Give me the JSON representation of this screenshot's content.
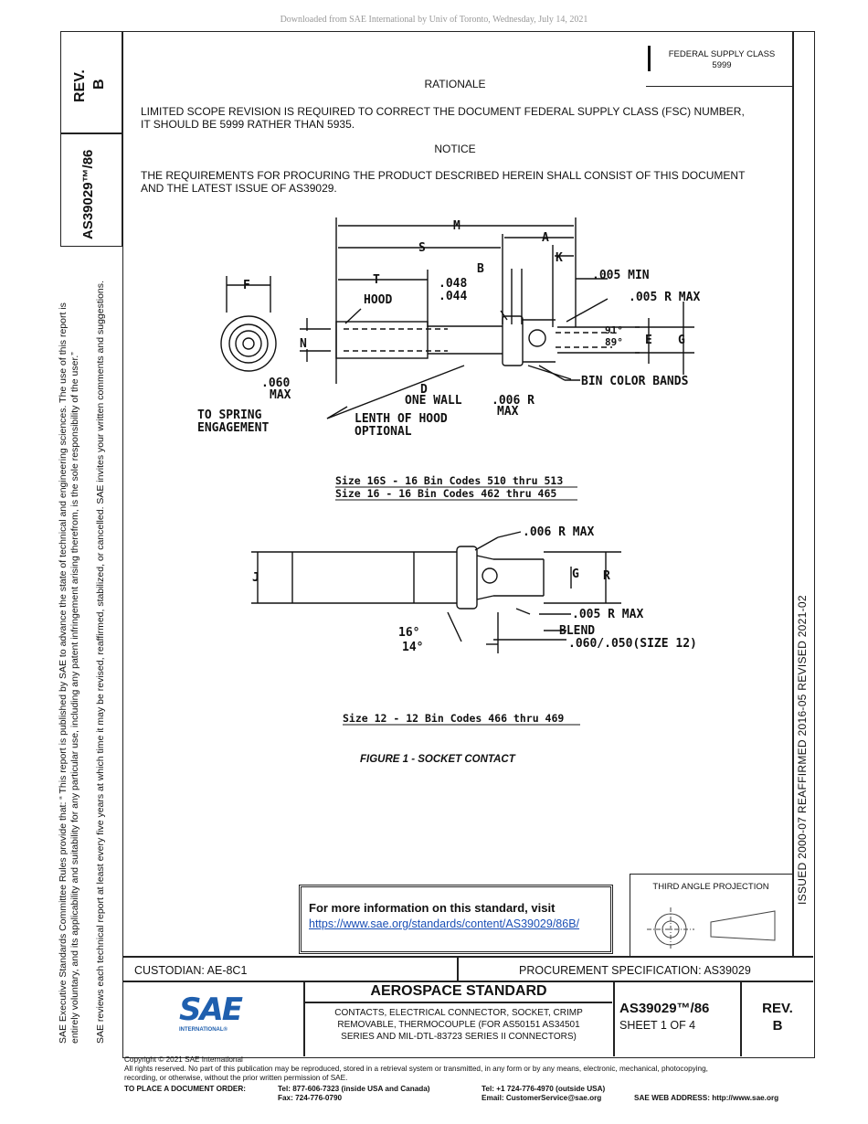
{
  "header": {
    "download_note": "Downloaded from SAE International by Univ of Toronto, Wednesday, July 14, 2021"
  },
  "left_block": {
    "rev_label": "REV.",
    "rev_value": "B",
    "doc_number": "AS39029™/86",
    "rules_line1": "SAE Executive Standards Committee Rules provide that: “  This report is published by SAE to advance the state of technical and engineering sciences. The use of this report is",
    "rules_line2": "entirely voluntary, and its applicability and suitability for any particular use, including any patent infringement arising therefrom, is the sole responsibility of the user.”",
    "rules_line3": "SAE reviews each technical report at least every five years at which time it may be revised, reaffirmed, stabilized, or cancelled. SAE invites your written comments and suggestions."
  },
  "right_strip": {
    "dates": "ISSUED 2000-07     REAFFIRMED 2016-05     REVISED 2021-02"
  },
  "fsc": {
    "label": "FEDERAL SUPPLY CLASS",
    "value": "5999"
  },
  "body": {
    "rationale_title": "RATIONALE",
    "rationale_line1": "LIMITED SCOPE REVISION IS REQUIRED TO CORRECT THE DOCUMENT FEDERAL SUPPLY CLASS (FSC) NUMBER,",
    "rationale_line2": "IT SHOULD BE 5999 RATHER THAN 5935.",
    "notice_title": "NOTICE",
    "notice_line1": "THE REQUIREMENTS FOR PROCURING THE PRODUCT DESCRIBED HEREIN SHALL CONSIST OF THIS DOCUMENT",
    "notice_line2": "AND THE LATEST ISSUE OF AS39029."
  },
  "figure": {
    "caption": "FIGURE 1 - SOCKET CONTACT",
    "dims": {
      "M": "M",
      "S": "S",
      "A": "A",
      "K": "K",
      "B": "B",
      "T": "T",
      "F": "F",
      "N": "N",
      "E": "E",
      "G": "G",
      "D": "D",
      "J": "J",
      "R": "R",
      "d048": ".048",
      "d044": ".044",
      "min005": ".005 MIN",
      "rmax005": ".005 R MAX",
      "ang91": "91°",
      "ang89": "89°",
      "hood": "HOOD",
      "max060": ".060",
      "max_word": "MAX",
      "one_wall": "ONE WALL",
      "r006": ".006 R",
      "r006_max": "MAX",
      "bin_color": "BIN COLOR BANDS",
      "to_spring": "TO SPRING",
      "engagement": "ENGAGEMENT",
      "lenth": "LENTH OF HOOD",
      "optional": "OPTIONAL",
      "r006max_top": ".006 R MAX",
      "r005max_b": ".005 R MAX",
      "blend": "BLEND",
      "ang16": "16°",
      "ang14": "14°",
      "size12": ".060/.050(SIZE 12)"
    },
    "table1_row1": "Size 16S - 16   Bin Codes 510 thru 513",
    "table1_row2": "Size 16 - 16    Bin Codes 462 thru 465",
    "table2_row1": "Size 12 - 12   Bin Codes 466 thru 469"
  },
  "info_box": {
    "title": "For more information on this standard, visit",
    "link": "https://www.sae.org/standards/content/AS39029/86B/"
  },
  "projection": {
    "label": "THIRD ANGLE PROJECTION"
  },
  "title_block": {
    "custodian": "CUSTODIAN: AE-8C1",
    "procurement": "PROCUREMENT SPECIFICATION: AS39029",
    "logo_text": "SAE",
    "logo_sub": "INTERNATIONAL®",
    "heading": "AEROSPACE STANDARD",
    "desc1": "CONTACTS, ELECTRICAL CONNECTOR, SOCKET, CRIMP",
    "desc2": "REMOVABLE, THERMOCOUPLE (FOR AS50151 AS34501",
    "desc3": "SERIES AND MIL-DTL-83723 SERIES II CONNECTORS)",
    "doc_number": "AS39029™/86",
    "sheet": "SHEET 1 OF 4",
    "rev_label": "REV.",
    "rev_value": "B"
  },
  "footer": {
    "copyright": "Copyright © 2021 SAE International",
    "rights1": "All rights reserved. No part of this publication may be reproduced, stored in a retrieval system or transmitted, in any form or by any means, electronic, mechanical, photocopying,",
    "rights2": "recording, or otherwise, without the prior written permission of SAE.",
    "order_label": "TO PLACE A DOCUMENT ORDER:",
    "tel_us": "Tel: 877-606-7323 (inside USA and Canada)",
    "fax": "Fax: 724-776-0790",
    "tel_intl": "Tel: +1 724-776-4970 (outside USA)",
    "email": "Email: CustomerService@sae.org",
    "web": "SAE WEB ADDRESS: http://www.sae.org"
  },
  "colors": {
    "sae_blue": "#1f5fae",
    "link_blue": "#1a4fb5"
  }
}
